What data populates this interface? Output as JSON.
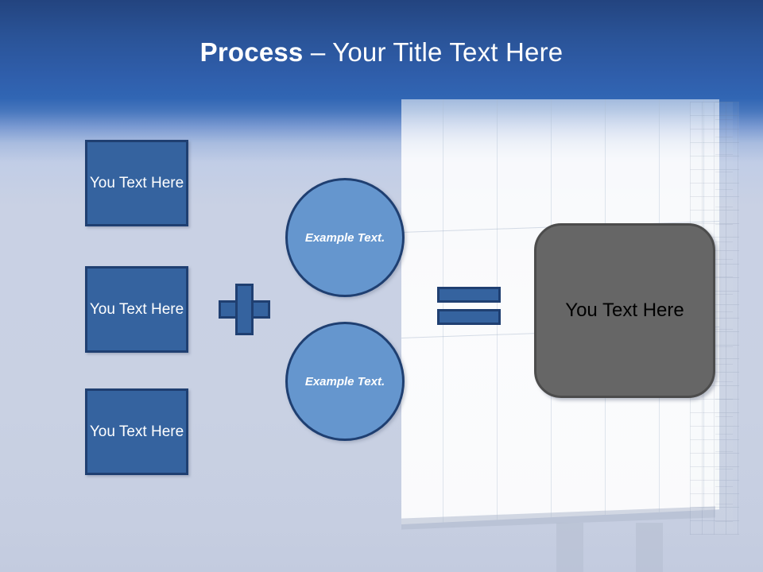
{
  "slide": {
    "title": {
      "bold_part": "Process",
      "rest_part": " – Your Title Text Here"
    },
    "background": {
      "header_color_top": "#23447f",
      "header_color_bottom": "#3166b4",
      "body_color": "#c9d1e3",
      "image_subject": "billboard"
    },
    "boxes": [
      {
        "id": "box1",
        "label": "You Text Here"
      },
      {
        "id": "box2",
        "label": "You Text Here"
      },
      {
        "id": "box3",
        "label": "You Text Here"
      }
    ],
    "operators": {
      "plus": "plus-sign",
      "equals": "equals-sign"
    },
    "circles": [
      {
        "id": "circle1",
        "label": "Example Text."
      },
      {
        "id": "circle2",
        "label": "Example Text."
      }
    ],
    "result": {
      "label": "You Text Here",
      "fill_color": "#666666"
    },
    "colors": {
      "box_fill": "#35639f",
      "box_border": "#1f3f71",
      "circle_fill": "#6596ce",
      "title_text": "#ffffff"
    }
  }
}
